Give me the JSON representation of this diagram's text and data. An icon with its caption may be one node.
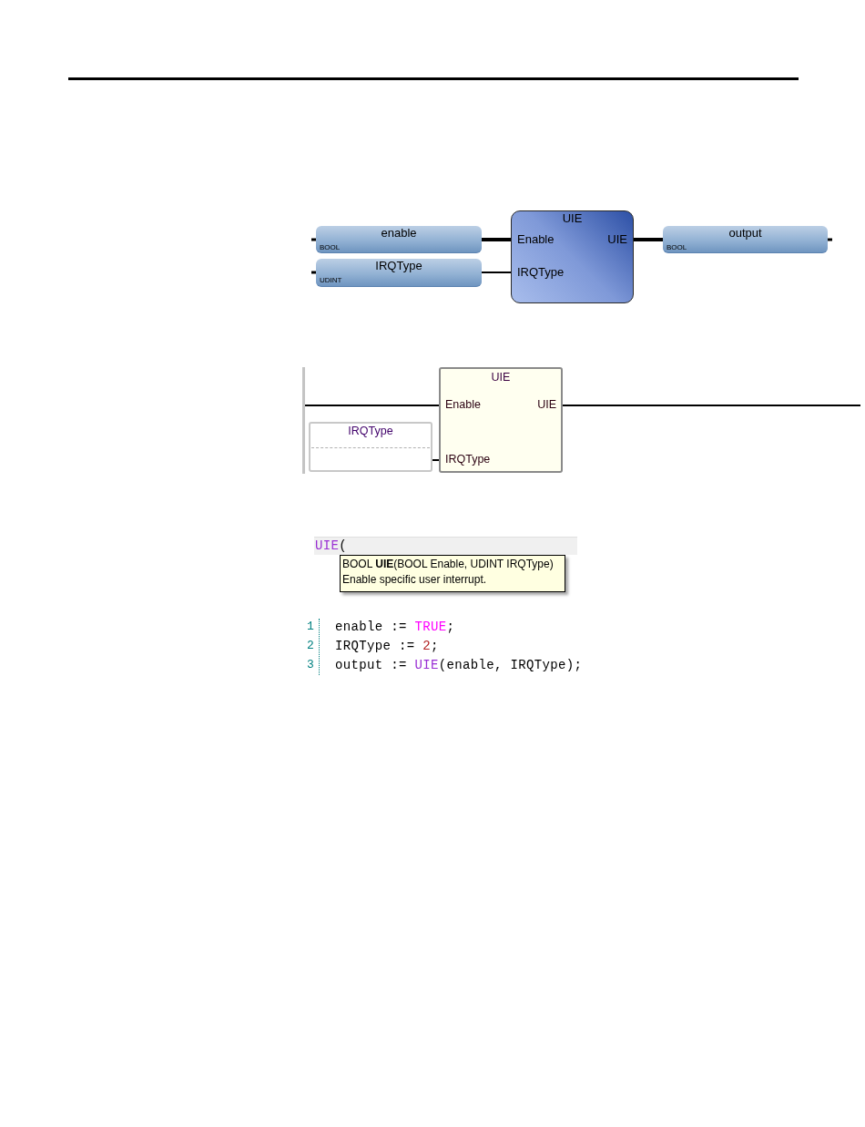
{
  "diagram": {
    "nodes": [
      {
        "text": [
          "enable",
          "BOOL"
        ]
      },
      {
        "text": [
          "IRQType",
          "UDINT"
        ]
      },
      {
        "text": [
          "UIE",
          "Enable",
          "UIE",
          "IRQType"
        ]
      },
      {
        "text": [
          "output",
          "BOOL"
        ]
      },
      {
        "text": [],
        "shape": "bar"
      },
      {
        "text": [
          "UIE",
          "Enable",
          "UIE",
          "IRQType"
        ]
      },
      {
        "text": [
          "IRQType"
        ]
      }
    ],
    "edges": [
      {
        "from": 0,
        "to": 2,
        "arrow": "none",
        "style": "thick"
      },
      {
        "from": 1,
        "to": 2,
        "arrow": "none"
      },
      {
        "from": 2,
        "to": 3,
        "arrow": "none",
        "style": "thick"
      },
      {
        "from": 4,
        "to": 5,
        "arrow": "none"
      },
      {
        "from": 6,
        "to": 5,
        "arrow": "none"
      },
      {
        "from": 5,
        "to": null,
        "arrow": "none"
      }
    ],
    "labels": [
      "UIE(",
      "BOOL **UIE**(BOOL Enable, UDINT IRQType)",
      "Enable specific user interrupt.",
      "1",
      "enable := TRUE;",
      "2",
      "IRQType := 2;",
      "3",
      "output := UIE(enable, IRQType);"
    ]
  }
}
